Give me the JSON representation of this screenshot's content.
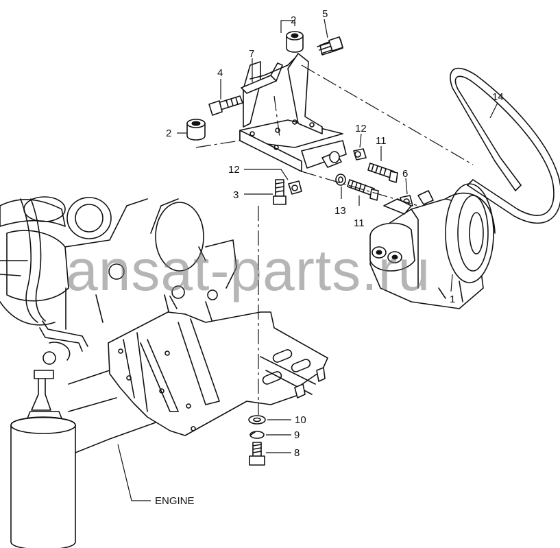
{
  "callouts": {
    "c1": "1",
    "c2a": "2",
    "c2b": "2",
    "c3": "3",
    "c4": "4",
    "c5": "5",
    "c6": "6",
    "c7": "7",
    "c8": "8",
    "c9": "9",
    "c10": "10",
    "c11a": "11",
    "c11b": "11",
    "c12a": "12",
    "c12b": "12",
    "c13": "13",
    "c14": "14"
  },
  "labels": {
    "engine": "ENGINE"
  },
  "watermark": "ansat-parts.ru"
}
